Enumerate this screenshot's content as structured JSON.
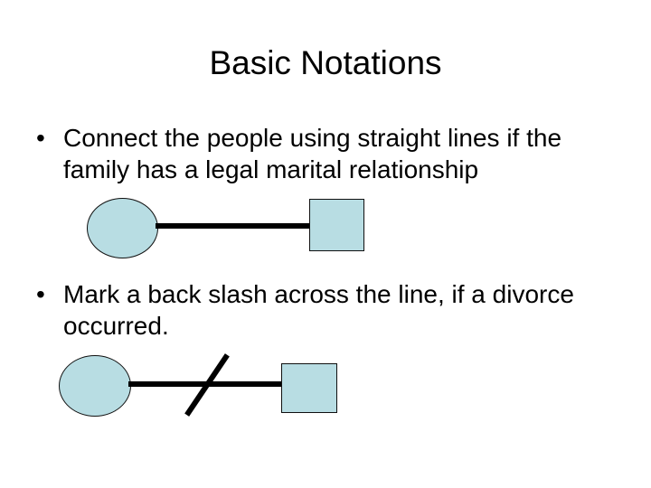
{
  "slide": {
    "title": "Basic Notations",
    "background_color": "#ffffff",
    "text_color": "#000000",
    "bullets": [
      {
        "marker": "•",
        "text": "Connect the people using straight lines if the family has a legal marital relationship"
      },
      {
        "marker": "•",
        "text": "Mark a back slash across the line, if a divorce occurred."
      }
    ],
    "diagrams": [
      {
        "name": "marriage-notation",
        "shape_fill": "#b8dde3",
        "shape_stroke": "#101010",
        "line_color": "#000000",
        "nodes": [
          "circle",
          "square"
        ],
        "connector": "straight-line",
        "slash": false
      },
      {
        "name": "divorce-notation",
        "shape_fill": "#b8dde3",
        "shape_stroke": "#101010",
        "line_color": "#000000",
        "nodes": [
          "circle",
          "square"
        ],
        "connector": "straight-line",
        "slash": true
      }
    ]
  }
}
